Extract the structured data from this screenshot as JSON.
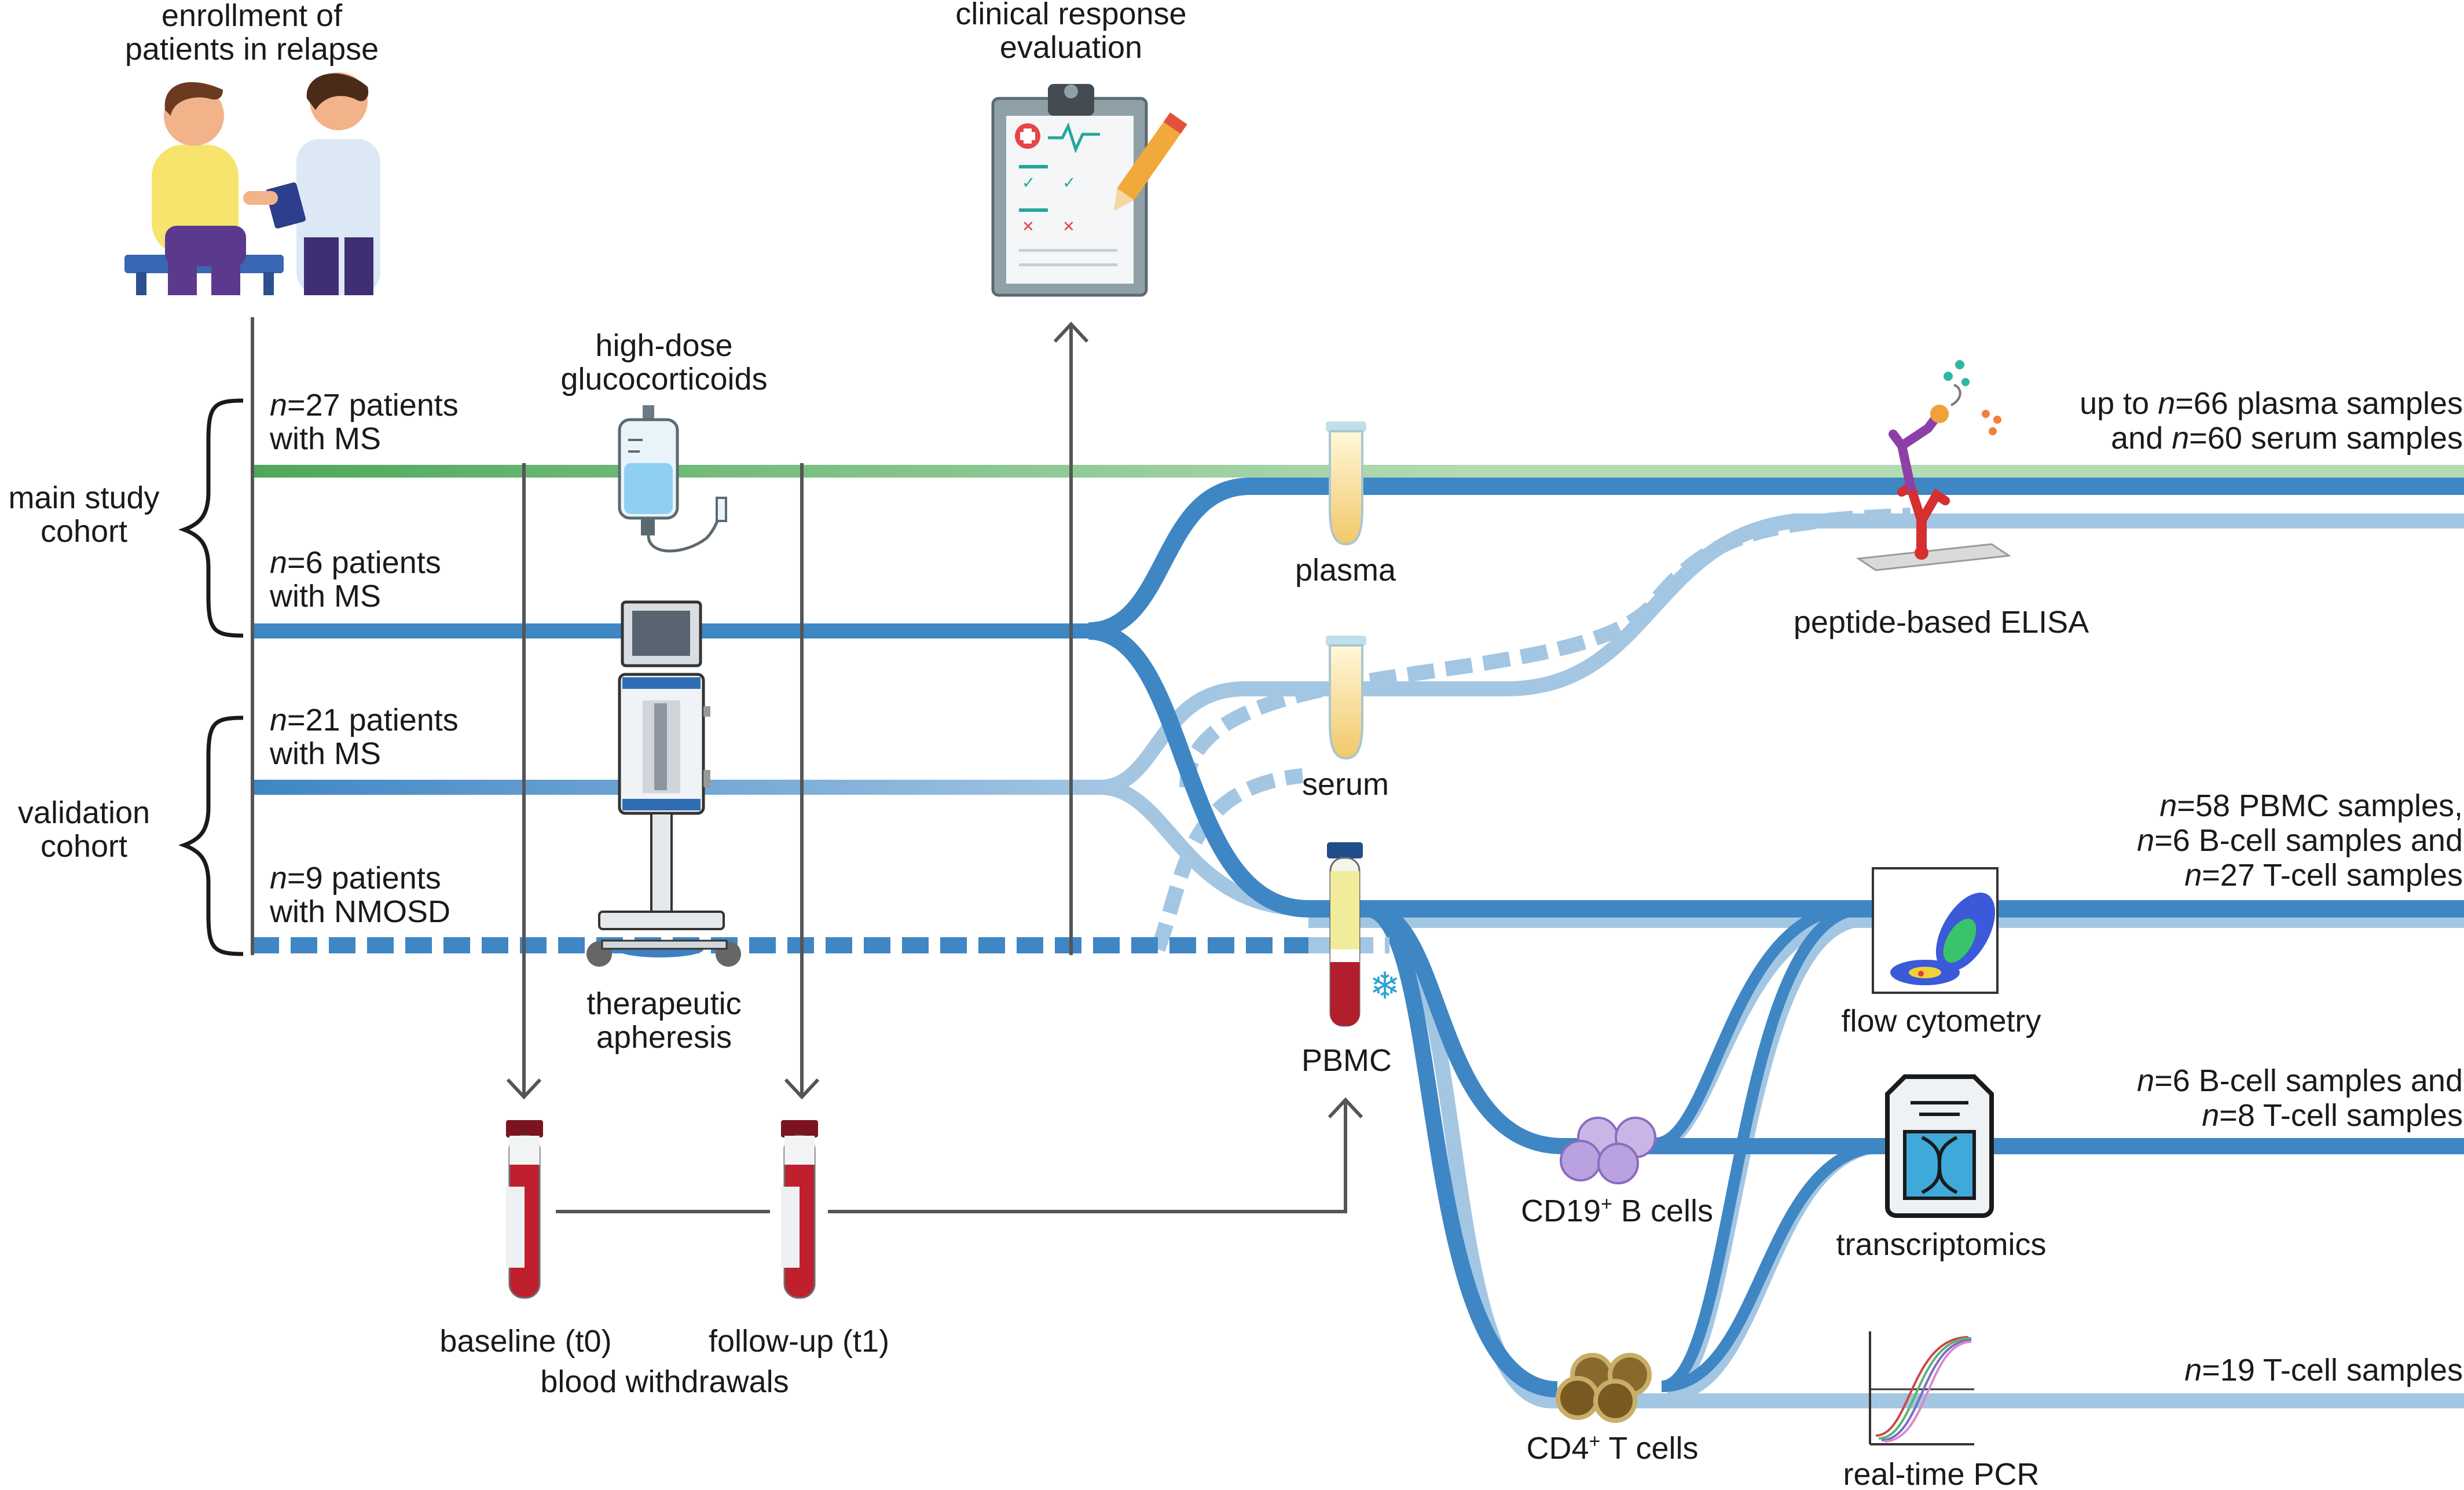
{
  "top": {
    "enrollment": [
      "enrollment of",
      "patients in relapse"
    ],
    "clinical": [
      "clinical response",
      "evaluation"
    ],
    "glucocorticoids": [
      "high-dose",
      "glucocorticoids"
    ]
  },
  "cohorts": {
    "main": [
      "main study",
      "cohort"
    ],
    "validation": [
      "validation",
      "cohort"
    ]
  },
  "groups": [
    {
      "n": "n",
      "count": "=27 patients",
      "line2": "with MS"
    },
    {
      "n": "n",
      "count": "=6 patients",
      "line2": "with MS"
    },
    {
      "n": "n",
      "count": "=21 patients",
      "line2": "with MS"
    },
    {
      "n": "n",
      "count": "=9 patients",
      "line2": "with NMOSD"
    }
  ],
  "apheresis": [
    "therapeutic",
    "apheresis"
  ],
  "withdrawals": {
    "baseline": "baseline (t0)",
    "followup": "follow-up (t1)",
    "caption": "blood withdrawals"
  },
  "samples": {
    "plasma": "plasma",
    "serum": "serum",
    "pbmc": "PBMC",
    "bcells": "CD19",
    "bcells_sup": "+",
    "bcells_rest": " B cells",
    "tcells": "CD4",
    "tcells_sup": "+",
    "tcells_rest": " T cells"
  },
  "assays": {
    "elisa": "peptide-based ELISA",
    "flow": "flow cytometry",
    "transcriptomics": "transcriptomics",
    "pcr": "real-time PCR"
  },
  "outputs": {
    "plasma_serum": {
      "l1_pre": "up to ",
      "l1_n": "n",
      "l1_post": "=66 plasma samples",
      "l2_pre": "and ",
      "l2_n": "n",
      "l2_post": "=60 serum samples"
    },
    "flow": {
      "l1_n": "n",
      "l1_post": "=58 PBMC samples,",
      "l2_n": "n",
      "l2_post": "=6 B-cell samples and",
      "l3_n": "n",
      "l3_post": "=27 T-cell samples"
    },
    "transcriptomics": {
      "l1_n": "n",
      "l1_post": "=6 B-cell samples and",
      "l2_n": "n",
      "l2_post": "=8 T-cell samples"
    },
    "pcr": {
      "l1_n": "n",
      "l1_post": "=19 T-cell samples"
    }
  },
  "colors": {
    "dark_blue": "#3f86c4",
    "light_blue": "#a3c6e3",
    "green_dark": "#4ea85a",
    "green_light": "#b3dbb4",
    "grey": "#555555",
    "blood": "#b21e2b"
  }
}
